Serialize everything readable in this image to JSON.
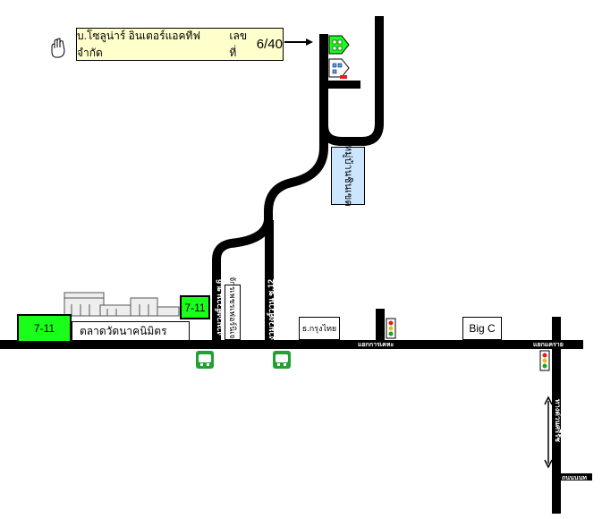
{
  "company": {
    "name": "บ.โซลูน่าร์ อินเตอร์แอคทีฟ จำกัด",
    "number_prefix": "เลขที่",
    "number": "6/40"
  },
  "landmarks": {
    "seven_eleven_left": "7-11",
    "seven_eleven_mid": "7-11",
    "market": "ตลาดวัดนาคนิมิตร",
    "village": "หมู่บ้านชินเขต",
    "bank": "ธ.กรุงไทย",
    "bigc": "Big C",
    "shop": "จักรเพชรเฟอร์นิเจอร์"
  },
  "streets": {
    "soi6": "งามวงศ์วาน ซ.6",
    "soi12": "งามวงศ์วาน ซ.12",
    "intersection1": "แยกการเคหะ",
    "intersection2": "แยกแคราย",
    "expressway": "ทางด่วนศรีรัช",
    "road": "ถนนนนท"
  },
  "colors": {
    "road": "#000000",
    "highlight": "#19ff19",
    "callout": "#ffffcc",
    "village": "#cce6ff",
    "bus": "#22a033"
  }
}
